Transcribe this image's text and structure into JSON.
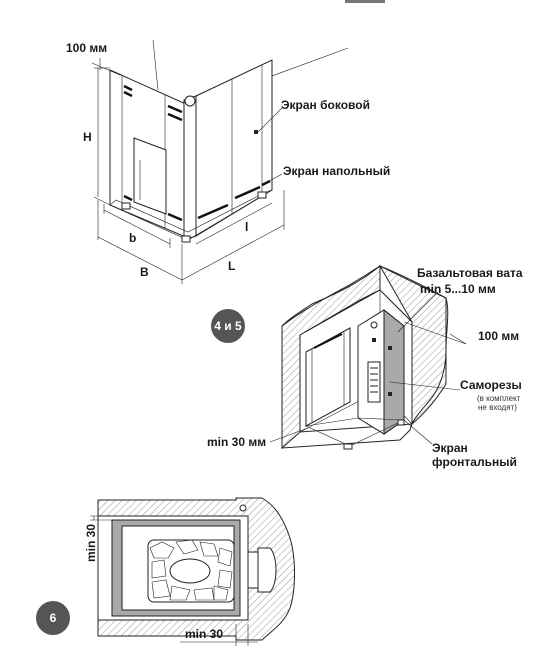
{
  "top_drawing": {
    "dim_100": "100 мм",
    "dim_H": "H",
    "dim_b": "b",
    "dim_B": "B",
    "dim_l": "l",
    "dim_L": "L",
    "label_side_screen": "Экран боковой",
    "label_floor_screen": "Экран напольный"
  },
  "middle_drawing": {
    "badge": "4 и 5",
    "label_basalt_line1": "Базальтовая вата",
    "label_basalt_line2": "min 5...10 мм",
    "dim_100": "100 мм",
    "label_screws": "Саморезы",
    "label_screws_note1": "(в комплект",
    "label_screws_note2": "не входят)",
    "dim_min30": "min 30 мм",
    "label_front_line1": "Экран",
    "label_front_line2": "фронтальный"
  },
  "bottom_drawing": {
    "badge": "6",
    "dim_left": "min 30",
    "dim_bottom": "min 30"
  },
  "colors": {
    "badge_fill": "#555555",
    "line": "#222222",
    "screen_grey": "#a9a9a9",
    "wall_fill": "#e8e8e8"
  }
}
